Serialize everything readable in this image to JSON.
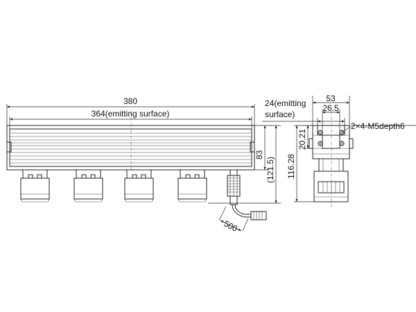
{
  "labels": {
    "total_length": "380",
    "emitting_length": "364(emitting surface)",
    "height": "83",
    "height_total": "(121.5)",
    "cable_length": "500",
    "side_width": "53",
    "side_inner": "26.5",
    "side_emitting_line1": "24(emitting",
    "side_emitting_line2": "surface)",
    "side_height_a": "20.21",
    "side_height_b": "116.28",
    "thread_note": "2×4-M5depth6"
  },
  "colors": {
    "line": "#222222",
    "background": "#ffffff"
  }
}
